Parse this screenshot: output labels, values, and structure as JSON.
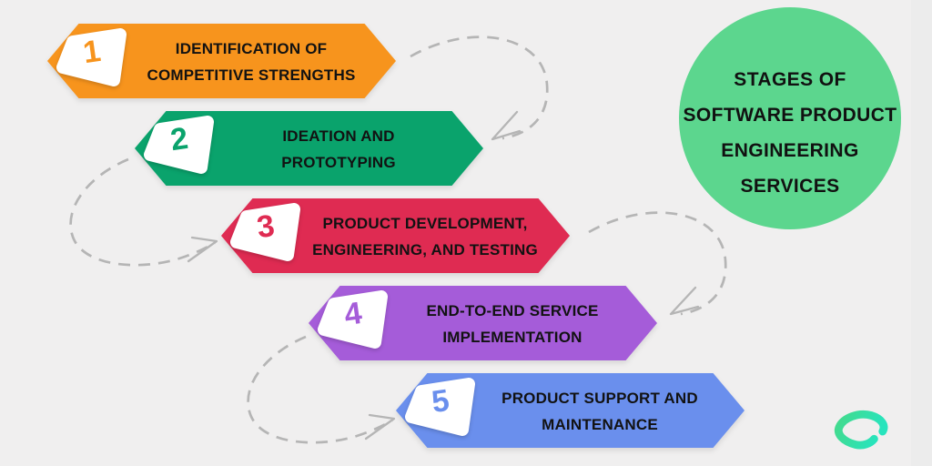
{
  "background_color": "#F0EFEF",
  "title_circle": {
    "bg_color": "#5CD68E",
    "lines": [
      "STAGES OF",
      "SOFTWARE PRODUCT",
      "ENGINEERING",
      "SERVICES"
    ]
  },
  "stages": [
    {
      "number": "1",
      "color": "#F7941D",
      "lines": [
        "IDENTIFICATION OF",
        "COMPETITIVE STRENGTHS"
      ]
    },
    {
      "number": "2",
      "color": "#0AA36C",
      "lines": [
        "IDEATION AND",
        "PROTOTYPING"
      ]
    },
    {
      "number": "3",
      "color": "#DF2B52",
      "lines": [
        "PRODUCT DEVELOPMENT,",
        "ENGINEERING, AND TESTING"
      ]
    },
    {
      "number": "4",
      "color": "#A55CD9",
      "lines": [
        "END-TO-END SERVICE",
        "IMPLEMENTATION"
      ]
    },
    {
      "number": "5",
      "color": "#6A8FED",
      "lines": [
        "PRODUCT SUPPORT AND",
        "MAINTENANCE"
      ]
    }
  ],
  "connectors": {
    "color": "#B5B5B5"
  },
  "logo": {
    "icon": "open-loop-logo",
    "gradient": [
      "#44DA8C",
      "#27E4BD"
    ]
  }
}
